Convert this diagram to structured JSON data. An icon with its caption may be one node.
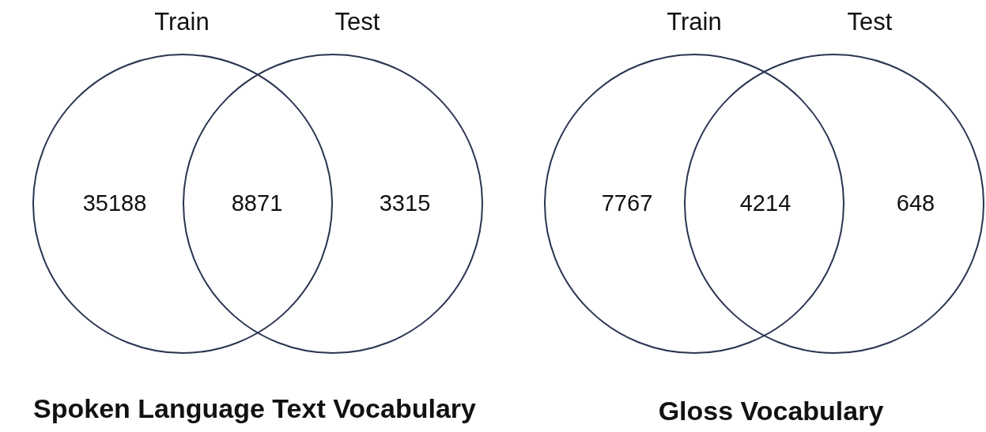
{
  "diagram": {
    "nodes": [
      {
        "text": [
          "Train",
          "35188"
        ]
      },
      {
        "text": [
          "Test",
          "3315"
        ]
      },
      {
        "text": [
          "Train",
          "7767"
        ]
      },
      {
        "text": [
          "Test",
          "648"
        ]
      }
    ],
    "labels": [
      "8871",
      "Spoken Language Text Vocabulary",
      "4214",
      "Gloss Vocabulary"
    ]
  }
}
